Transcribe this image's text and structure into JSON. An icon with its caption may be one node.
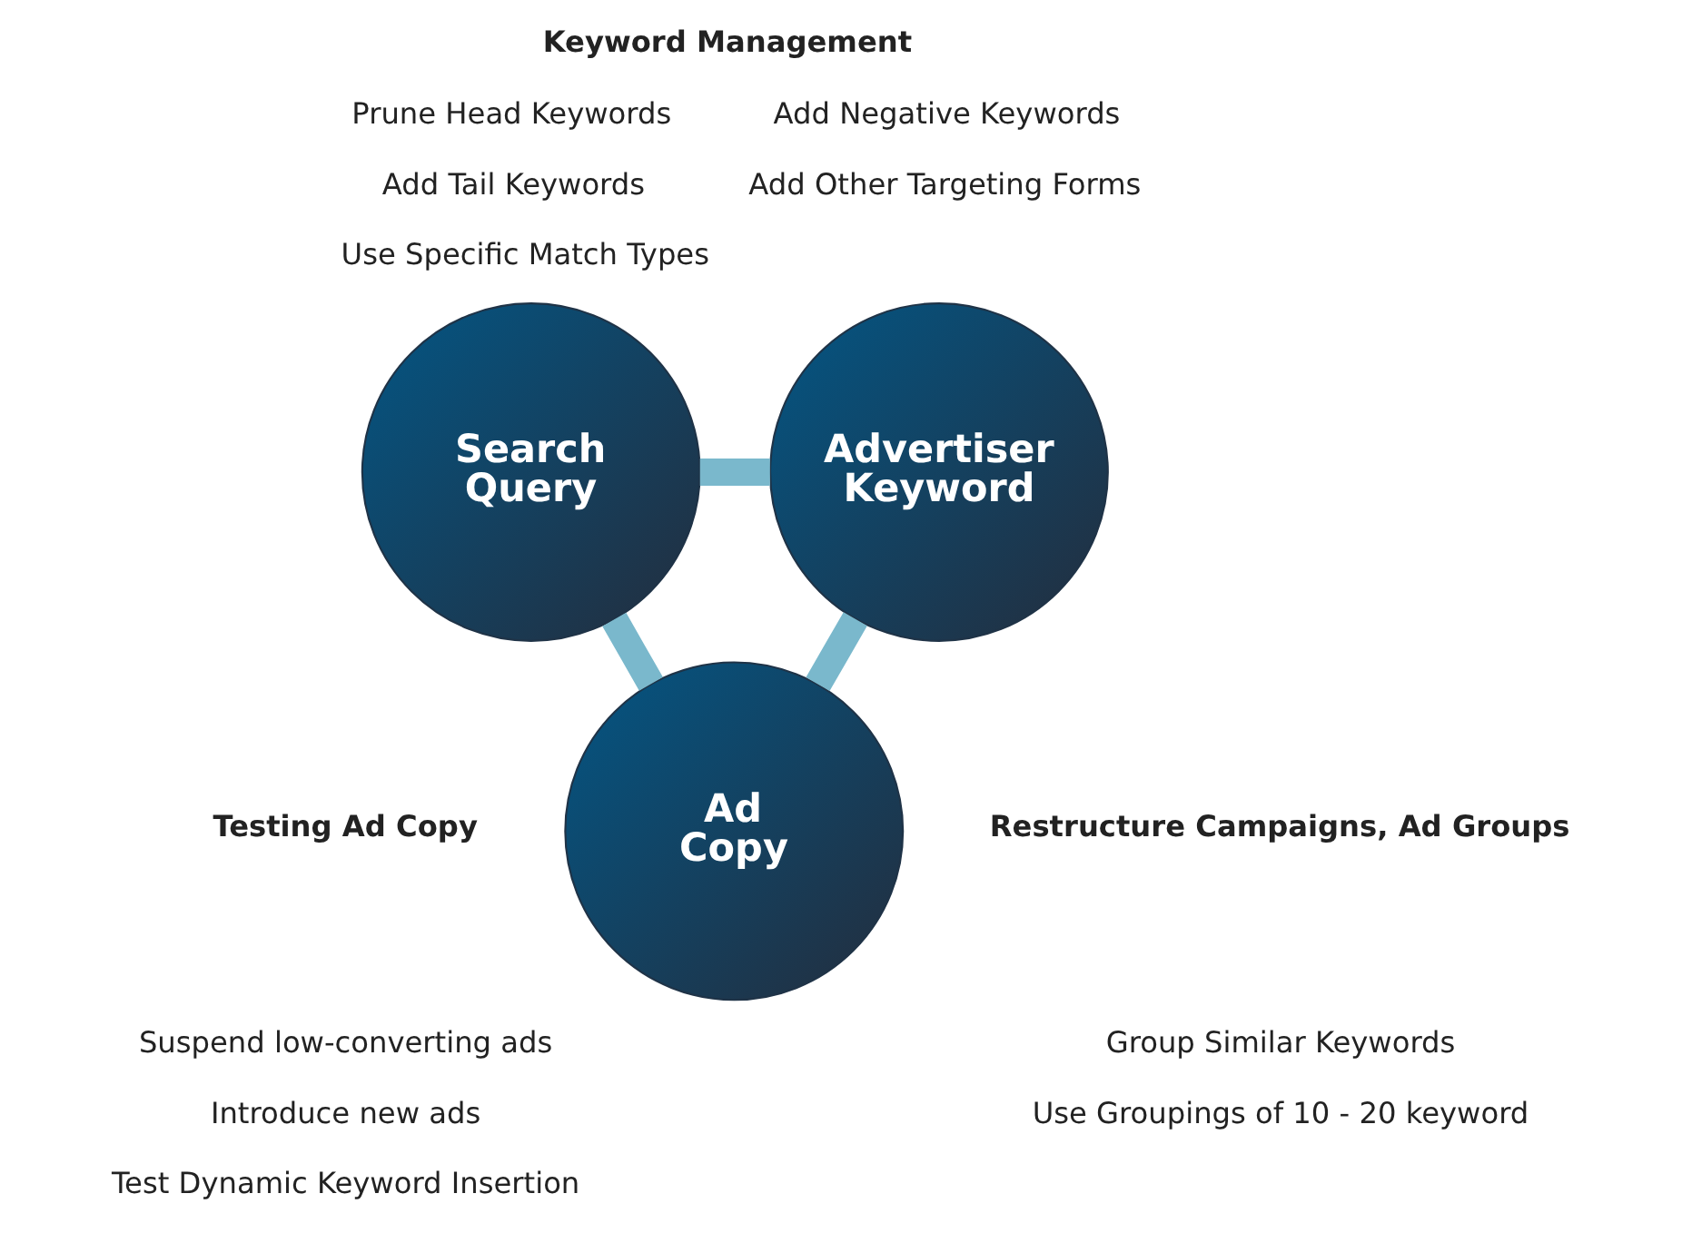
{
  "diagram": {
    "nodes": [
      {
        "text": [
          "Search Query"
        ]
      },
      {
        "text": [
          "Advertiser Keyword"
        ]
      },
      {
        "text": [
          "Ad Copy"
        ]
      }
    ],
    "edges": [
      {
        "from": 0,
        "to": 1,
        "arrow": "none"
      },
      {
        "from": 0,
        "to": 2,
        "arrow": "none"
      },
      {
        "from": 1,
        "to": 2,
        "arrow": "none"
      }
    ],
    "labels": [
      "Keyword Management",
      "Prune Head Keywords",
      "Add Negative Keywords",
      "Add Tail Keywords",
      "Add Other Targeting Forms",
      "Use Specific Match Types",
      "Testing Ad Copy",
      "Suspend low-converting ads",
      "Introduce new ads",
      "Test Dynamic Keyword Insertion",
      "Restructure Campaigns, Ad Groups",
      "Group Similar Keywords",
      "Use Groupings of 10 - 20 keyword"
    ]
  }
}
